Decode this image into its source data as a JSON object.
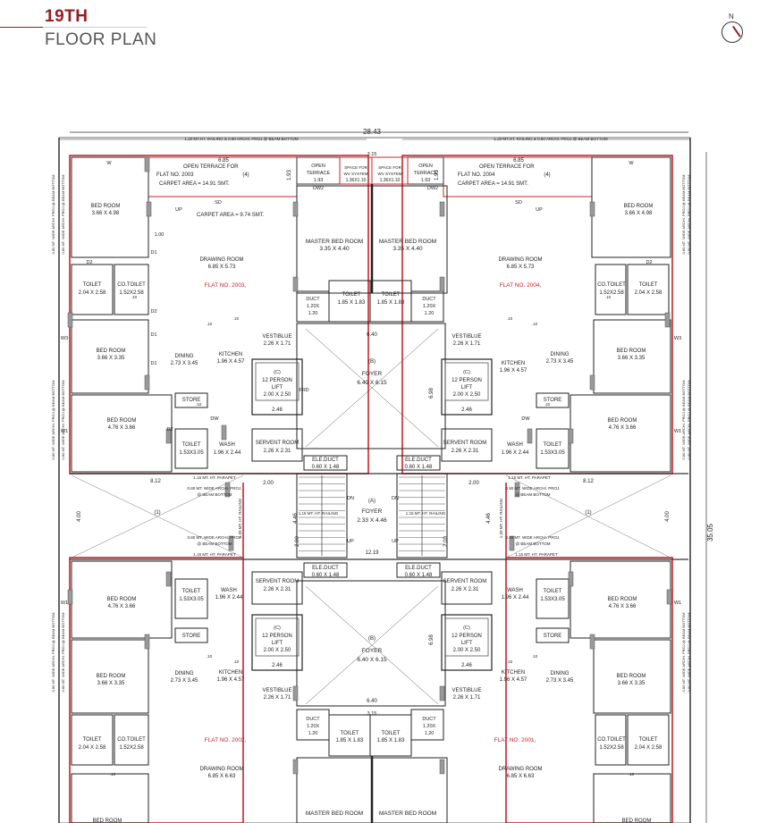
{
  "header": {
    "title_line1": "19TH",
    "title_line2": "FLOOR PLAN",
    "north_label": "N"
  },
  "colors": {
    "accent": "#9a1b1f",
    "wall": "#222222",
    "wall_fill": "#9a9a9a",
    "flat_outline": "#c8242b"
  },
  "dimensions": {
    "total_width": "28.43",
    "total_height": "35.05",
    "corridor_left": "4.00",
    "corridor_right": "4.00",
    "width_1219": "12.19",
    "foyer_6_40_top": "6.40",
    "foyer_6_40_bottom": "6.40",
    "side_8_12_l": "8.12",
    "side_8_12_r": "8.12",
    "v_6_98_top": "6.98",
    "v_6_98_bot": "6.98",
    "v_4_46_l": "4.46",
    "v_4_46_r": "4.46",
    "d_2_00_tl": "2.00",
    "d_2_00_tr": "2.00",
    "d_2_00_ml": "2.00",
    "d_2_00_mr": "2.00",
    "d_2_46_a": "2.46",
    "d_2_46_b": "2.46",
    "d_2_46_c": "2.46",
    "d_2_46_d": "2.46",
    "d_1_93_a": "1.93",
    "d_1_93_b": "1.93",
    "d_1_93_c": "1.93",
    "d_1_93_d": "1.93",
    "d_6_85_l": "6.85",
    "d_6_85_r": "6.85",
    "d_3_15_t": "3.15",
    "d_3_15_b": "3.15",
    "d_1_00": "1.00"
  },
  "annotations": {
    "railing_top": "1.20 MT.HT. RAILING & 0.80 ARCHI. PROJ.@ BEAM BOTTOM",
    "proj_beam": "0.80 MT. WIDE ARCHI. PROJ.@ BEAM BOTTOM",
    "proj_beam_short": "0.80 MT. WIDE ARCHI. PROJ.",
    "beam_bottom": "@ BEAM BOTTOM",
    "parapet": "1.15 MT. HT. PARAPET",
    "railing": "1.15 MT. HT. RAILING",
    "side_proj": "0.80 MT. WIDE ARCHI. PROJ.@ BEAM BOTTOM",
    "side_railing": "1.20 MT. HT. RAILING",
    "up": "UP",
    "dn": "DN",
    "sd": "SD",
    "frd": "FRD",
    "w": "W",
    "w1": "W1",
    "w3": "W3",
    "dw": "DW",
    "dw2": "DW2",
    "d1": "D1",
    "d2": "D2",
    "d": "(D)",
    "num_4": "(4)",
    "num_1": "(1)",
    "c": "(C)",
    "a": "(A)",
    "b": "(B)",
    "ten": ".10"
  },
  "flats": {
    "f2003": "FLAT NO. 2003,",
    "f2004": "FLAT NO. 2004,",
    "f2002": "FLAT NO. 2002,",
    "f2001": "FLAT NO. 2001,"
  },
  "rooms": {
    "open_terrace_2003": "OPEN TERRACE FOR",
    "open_terrace_2003_b": "FLAT NO. 2003",
    "open_terrace_2004_b": "FLAT NO. 2004",
    "carpet": "CARPET AREA = 14.91 SMT.",
    "carpet_small": "CARPET AREA = 9.74 SMT.",
    "open_terrace": "OPEN",
    "terrace": "TERRACE",
    "space_for": "SPACE FOR",
    "wv_system": "WV SYSTEM",
    "wv_dim": "1.36X1.10",
    "bed_room": "BED ROOM",
    "bed_366_498": "3.66 X 4.98",
    "bed_366_335": "3.66 X 3.35",
    "bed_476_366": "4.76 X 3.66",
    "master_bed": "MASTER BED ROOM",
    "master_dim": "3.35 X 4.40",
    "drawing": "DRAWING ROOM",
    "drawing_dim_top": "6.85 X 5.73",
    "drawing_dim_bot": "6.85 X 6.63",
    "toilet": "TOILET",
    "toilet_204": "2.04 X 2.58",
    "co_toilet": "CO.TOILET",
    "co_dim": "1.52X2.58",
    "toilet_185": "1.85 X 1.83",
    "toilet_153": "1.53X3.05",
    "dining": "DINING",
    "dining_dim": "2.73 X 3.45",
    "kitchen": "KITCHEN",
    "kitchen_dim": "1.96 X 4.57",
    "vestibule": "VESTIBLUE",
    "vestibule_dim": "2.26 X 1.71",
    "store": "STORE",
    "wash": "WASH",
    "wash_dim": "1.96 X 2.44",
    "servent": "SERVENT ROOM",
    "servent_dim": "2.26 X 2.31",
    "ele_duct": "ELE.DUCT",
    "ele_dim": "0.60 X 1.48",
    "duct": "DUCT",
    "duct_dim": "1.20X",
    "duct_dim2": "1.20",
    "lift": "12 PERSON",
    "lift2": "LIFT",
    "lift_dim": "2.00 X 2.50",
    "foyer": "FOYER",
    "foyer_dim": "6.40 X 6.15",
    "foyer_a_dim": "2.33 X 4.46"
  }
}
